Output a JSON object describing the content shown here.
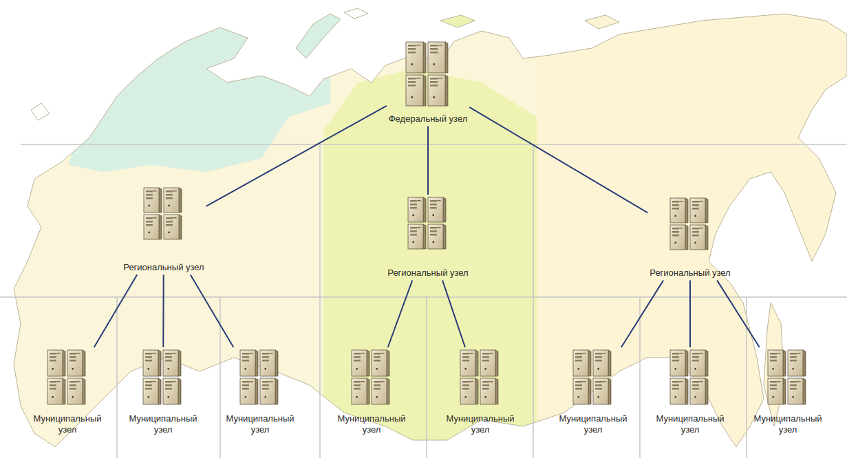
{
  "diagram": {
    "nodes": [
      {
        "text": [
          "Федеральный узел"
        ]
      },
      {
        "text": [
          "Региональный узел"
        ]
      },
      {
        "text": [
          "Региональный узел"
        ]
      },
      {
        "text": [
          "Региональный узел"
        ]
      },
      {
        "text": [
          "Муниципальный узел"
        ]
      },
      {
        "text": [
          "Муниципальный узел"
        ]
      },
      {
        "text": [
          "Муниципальный узел"
        ]
      },
      {
        "text": [
          "Муниципальный узел"
        ]
      },
      {
        "text": [
          "Муниципальный узел"
        ]
      },
      {
        "text": [
          "Муниципальный узел"
        ]
      },
      {
        "text": [
          "Муниципальный узел"
        ]
      },
      {
        "text": [
          "Муниципальный узел"
        ]
      }
    ],
    "edges": [
      {
        "from": 0,
        "to": 1,
        "arrow": "none"
      },
      {
        "from": 0,
        "to": 2,
        "arrow": "none"
      },
      {
        "from": 0,
        "to": 3,
        "arrow": "none"
      },
      {
        "from": 1,
        "to": 4,
        "arrow": "none"
      },
      {
        "from": 1,
        "to": 5,
        "arrow": "none"
      },
      {
        "from": 1,
        "to": 6,
        "arrow": "none"
      },
      {
        "from": 2,
        "to": 7,
        "arrow": "none"
      },
      {
        "from": 2,
        "to": 8,
        "arrow": "none"
      },
      {
        "from": 3,
        "to": 9,
        "arrow": "none"
      },
      {
        "from": 3,
        "to": 10,
        "arrow": "none"
      },
      {
        "from": 3,
        "to": 11,
        "arrow": "none"
      }
    ]
  }
}
